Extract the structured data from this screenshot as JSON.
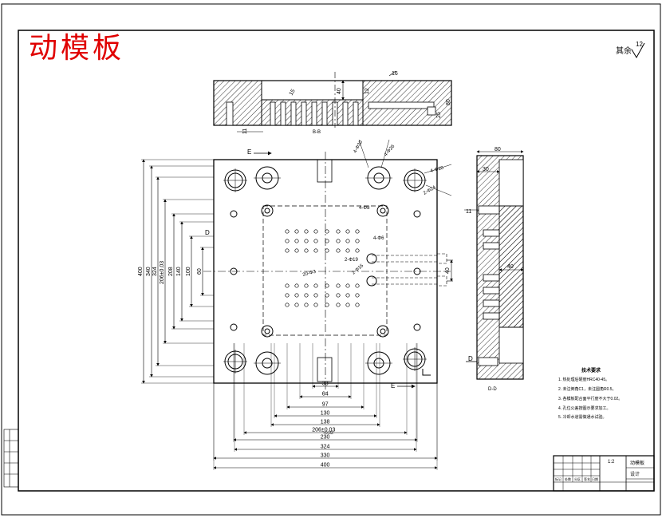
{
  "title": "动模板",
  "roughness": {
    "label": "其余",
    "value": "12"
  },
  "top_view": {
    "dims": [
      "15",
      "40",
      "12",
      "80",
      "25",
      "16",
      "11"
    ],
    "section_label": "B-B"
  },
  "main_view": {
    "left_dims": [
      "400",
      "340",
      "324",
      "206±0.03",
      "208",
      "140",
      "100",
      "60"
    ],
    "bottom_dims": [
      "33",
      "64",
      "97",
      "130",
      "138",
      "206±0.03",
      "230",
      "324",
      "330",
      "400"
    ],
    "bottom_tol": "+0.03",
    "right_dims": [
      "40"
    ],
    "section_marks": [
      "E",
      "E",
      "D"
    ],
    "hole_notes": [
      "4-Φ30",
      "4-Φ26",
      "4-Φ20",
      "2-Φ24",
      "4-Φ8",
      "2-Φ19",
      "2-Φ16",
      "4-Φ6",
      "20-Φ3"
    ]
  },
  "side_view": {
    "dims": [
      "80",
      "30",
      "11",
      "40"
    ],
    "mark": "D",
    "section_label": "D-D"
  },
  "tech_notes": {
    "heading": "技术要求",
    "items": [
      "1. 热处理后硬度HRC40-45。",
      "2. 未注倒角C1，未注圆角R0.5。",
      "3. 各模板配合面平行度不大于0.02。",
      "4. 孔位公差按图示要求加工。",
      "5. 冷却水道需做通水试验。"
    ]
  },
  "title_block": {
    "scale": "1:2",
    "name": "动模板",
    "school": "设计"
  },
  "revision_block": [
    "标记",
    "处数",
    "分区",
    "签名",
    "日期"
  ]
}
